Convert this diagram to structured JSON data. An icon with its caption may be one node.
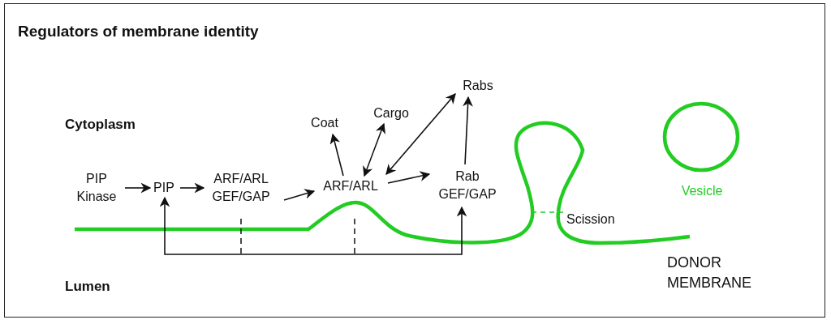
{
  "diagram": {
    "title": "Regulators of membrane identity",
    "nodes": [
      {
        "text": [
          "PIP Kinase"
        ]
      },
      {
        "text": [
          "PIP"
        ]
      },
      {
        "text": [
          "ARF/ARL GEF/GAP"
        ]
      },
      {
        "text": [
          "ARF/ARL"
        ]
      },
      {
        "text": [
          "Coat"
        ]
      },
      {
        "text": [
          "Cargo"
        ]
      },
      {
        "text": [
          "Rabs"
        ]
      },
      {
        "text": [
          "Rab GEF/GAP"
        ]
      }
    ],
    "edges": [
      {
        "from": 0,
        "to": 1,
        "arrow": "to"
      },
      {
        "from": 1,
        "to": 2,
        "arrow": "to"
      },
      {
        "from": 2,
        "to": 3,
        "arrow": "to"
      },
      {
        "from": 3,
        "to": 4,
        "arrow": "to"
      },
      {
        "from": 3,
        "to": 5,
        "arrow": "both"
      },
      {
        "from": 3,
        "to": 6,
        "arrow": "both"
      },
      {
        "from": 3,
        "to": 7,
        "arrow": "to"
      },
      {
        "from": 7,
        "to": 6,
        "arrow": "to"
      },
      {
        "from": 7,
        "to": 1,
        "arrow": "both"
      }
    ],
    "labels": [
      "Cytoplasm",
      "Vesicle",
      "Scission",
      "DONOR MEMBRANE",
      "Lumen"
    ]
  }
}
